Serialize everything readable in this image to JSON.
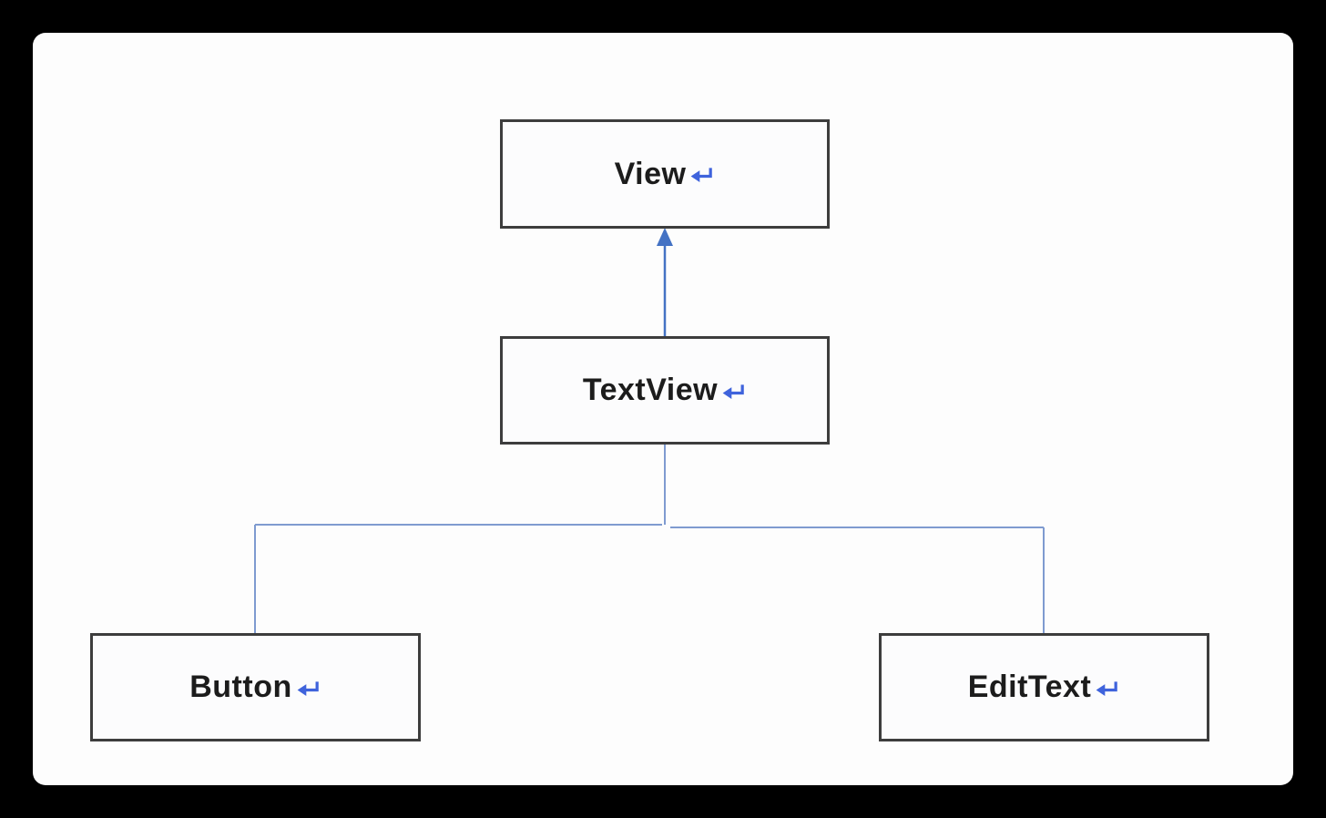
{
  "diagram": {
    "description": "Android view class hierarchy diagram",
    "nodes": {
      "view": {
        "label": "View"
      },
      "textview": {
        "label": "TextView"
      },
      "button": {
        "label": "Button"
      },
      "edittext": {
        "label": "EditText"
      }
    },
    "edges": [
      {
        "from": "textview",
        "to": "view",
        "style": "arrow-up"
      },
      {
        "from": "textview",
        "to": "button",
        "style": "elbow"
      },
      {
        "from": "textview",
        "to": "edittext",
        "style": "elbow"
      }
    ],
    "icons": {
      "return_icon": {
        "name": "return-arrow",
        "glyph": "↵"
      }
    },
    "colors": {
      "page_bg": "#000000",
      "panel_bg": "#fdfdfd",
      "box_border": "#3d3d3d",
      "label_text": "#1c1c1c",
      "return_symbol": "#3f63dc",
      "arrow": "#4472c4",
      "connector": "#7f9bd0"
    }
  }
}
